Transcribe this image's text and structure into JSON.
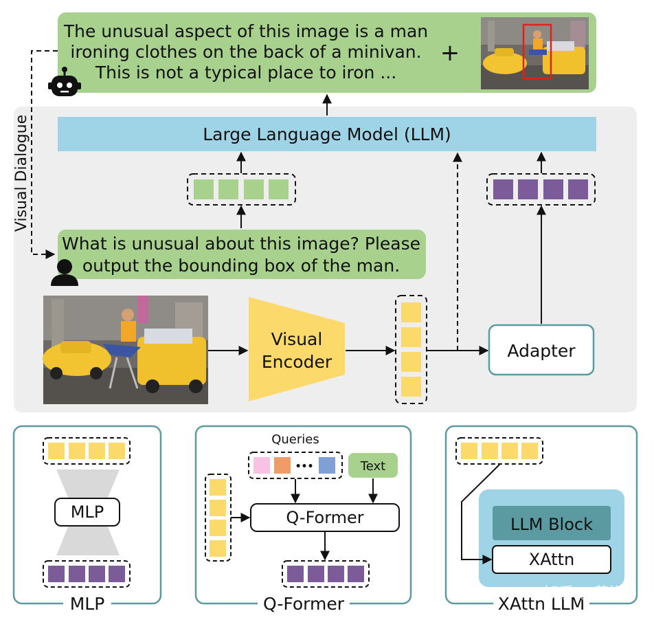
{
  "response": {
    "lines": [
      "The unusual aspect of this image is a man",
      "ironing clothes on the back of a minivan.",
      "This is not a typical place to iron ..."
    ],
    "plus": "+"
  },
  "llm_label": "Large Language Model (LLM)",
  "side_label": "Visual Dialogue",
  "question": {
    "lines": [
      "What is unusual about this image? Please",
      "output the bounding box of the man."
    ]
  },
  "encoder_label": [
    "Visual",
    "Encoder"
  ],
  "adapter_label": "Adapter",
  "panels": {
    "mlp": {
      "title": "MLP",
      "block": "MLP"
    },
    "qformer": {
      "title": "Q-Former",
      "block": "Q-Former",
      "queries": "Queries",
      "dots": "•••",
      "text": "Text"
    },
    "xattn": {
      "title": "XAttn LLM",
      "llm_block": "LLM Block",
      "xattn_block": "XAttn"
    }
  },
  "watermark": "知乎 @黄浴",
  "colors": {
    "green": "#a9d18e",
    "blue": "#9fd4e6",
    "purple": "#7b5c98",
    "yellow": "#fbd96a",
    "teal": "#5b9aa0",
    "gray_bg": "#eeeeee"
  },
  "icons": [
    "robot-icon",
    "user-icon",
    "plus-icon"
  ]
}
